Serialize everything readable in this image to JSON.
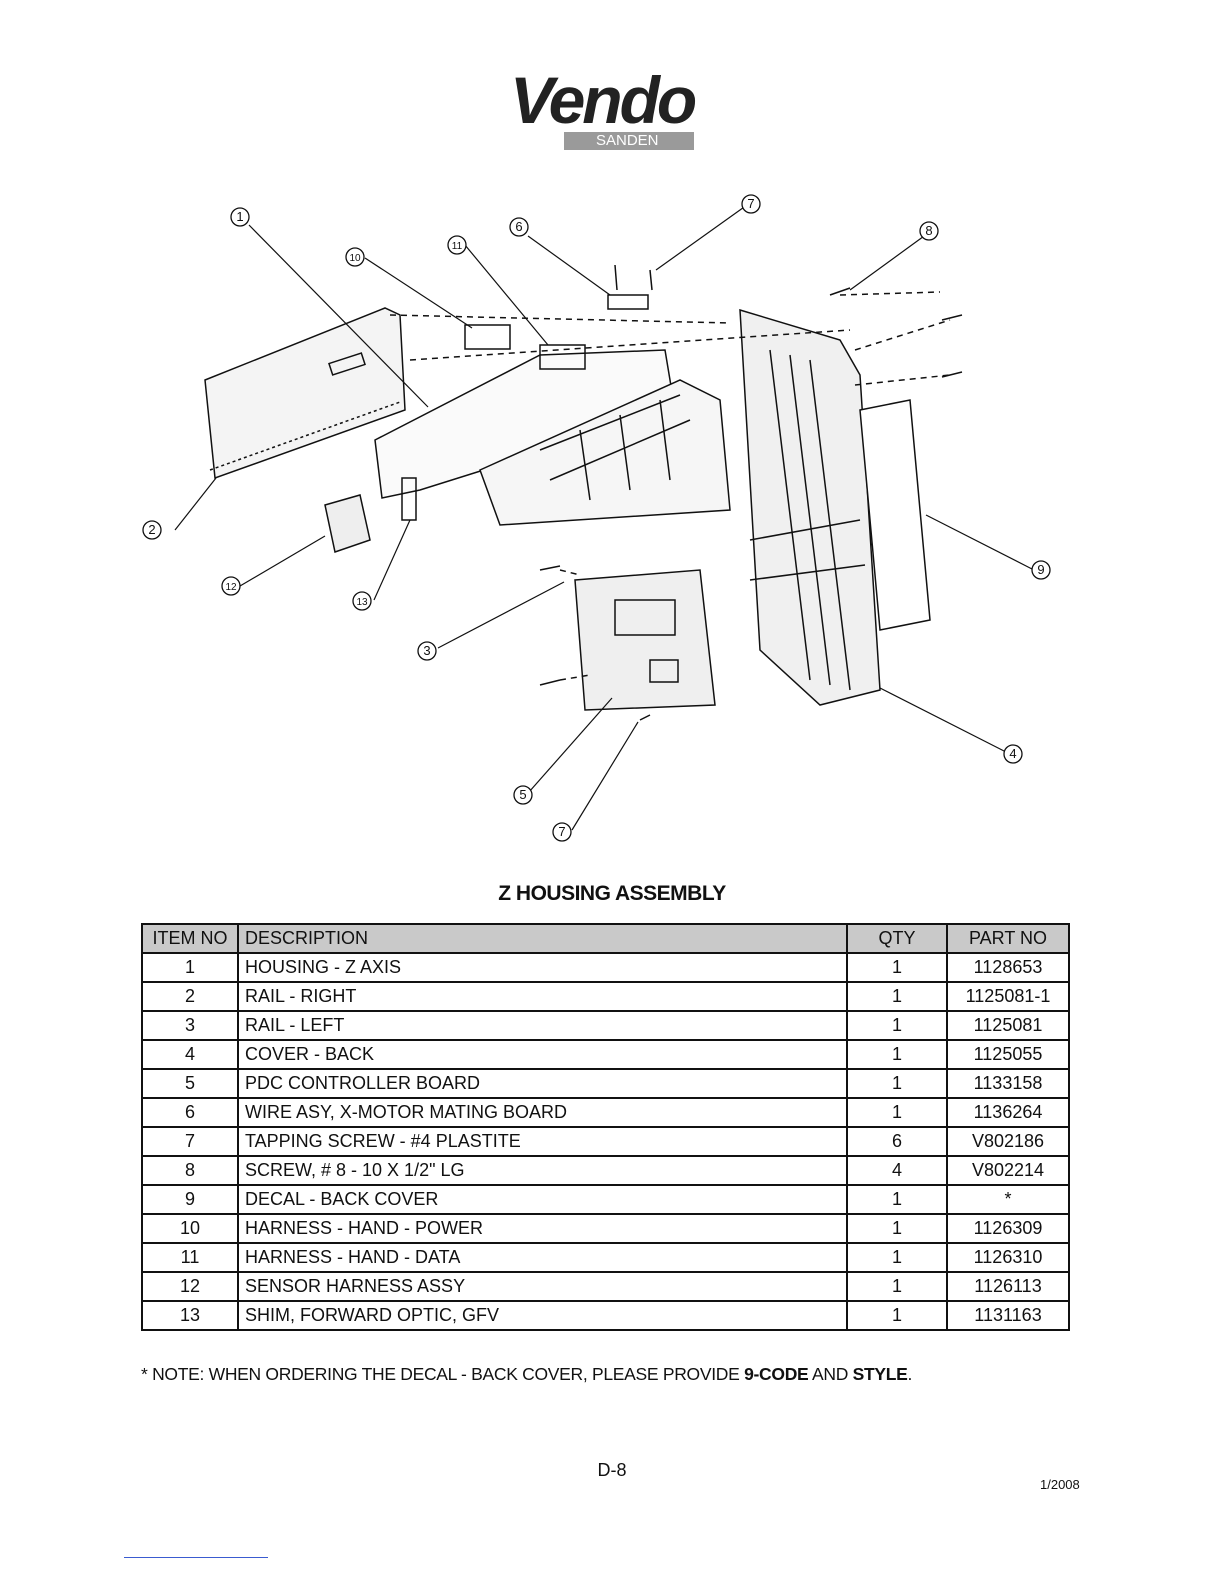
{
  "header": {
    "logo_word": "Vendo",
    "logo_sub": "SANDEN"
  },
  "diagram": {
    "callouts": [
      "1",
      "2",
      "3",
      "4",
      "5",
      "6",
      "7",
      "8",
      "9",
      "10",
      "11",
      "12",
      "13"
    ]
  },
  "title": "Z HOUSING ASSEMBLY",
  "table": {
    "headers": [
      "ITEM NO",
      "DESCRIPTION",
      "QTY",
      "PART NO"
    ],
    "rows": [
      [
        "1",
        "HOUSING - Z AXIS",
        "1",
        "1128653"
      ],
      [
        "2",
        "RAIL - RIGHT",
        "1",
        "1125081-1"
      ],
      [
        "3",
        "RAIL - LEFT",
        "1",
        "1125081"
      ],
      [
        "4",
        "COVER - BACK",
        "1",
        "1125055"
      ],
      [
        "5",
        "PDC CONTROLLER BOARD",
        "1",
        "1133158"
      ],
      [
        "6",
        "WIRE ASY, X-MOTOR MATING BOARD",
        "1",
        "1136264"
      ],
      [
        "7",
        "TAPPING SCREW - #4 PLASTITE",
        "6",
        "V802186"
      ],
      [
        "8",
        "SCREW,  # 8 - 10 X 1/2\" LG",
        "4",
        "V802214"
      ],
      [
        "9",
        "DECAL - BACK COVER",
        "1",
        "*"
      ],
      [
        "10",
        "HARNESS - HAND - POWER",
        "1",
        "1126309"
      ],
      [
        "11",
        "HARNESS - HAND - DATA",
        "1",
        "1126310"
      ],
      [
        "12",
        "SENSOR HARNESS ASSY",
        "1",
        "1126113"
      ],
      [
        "13",
        "SHIM, FORWARD OPTIC, GFV",
        "1",
        "1131163"
      ]
    ]
  },
  "note": {
    "prefix": "* NOTE:  WHEN ORDERING THE DECAL - BACK COVER, PLEASE PROVIDE ",
    "bold1": "9-CODE",
    "middle": " AND ",
    "bold2": "STYLE",
    "suffix": "."
  },
  "footer": {
    "page": "D-8",
    "date": "1/2008"
  }
}
